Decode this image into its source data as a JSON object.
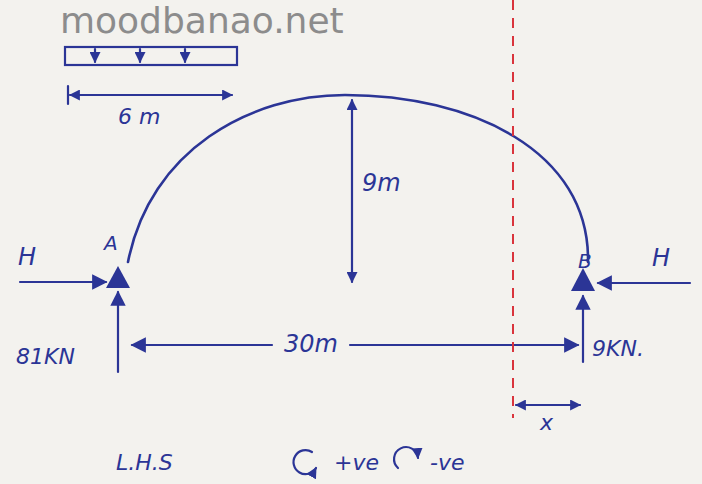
{
  "diagram": {
    "labels": [
      "moodbanao.net",
      "6 m",
      "9m",
      "H",
      "A",
      "H",
      "B",
      "81KN",
      "30m",
      "9KN.",
      "x",
      "L.H.S",
      "+ve",
      "-ve"
    ]
  }
}
